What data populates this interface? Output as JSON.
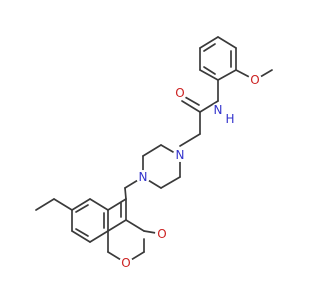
{
  "colors": {
    "bond": "#3a3a3a",
    "carbon": "#3a3a3a",
    "nitrogen": "#3333cc",
    "oxygen": "#cc2222"
  },
  "atom_labels": {
    "amide_o": "O",
    "amide_nh_n": "N",
    "amide_nh_h": "H",
    "methoxy_o": "O",
    "piperazine_n_top": "N",
    "piperazine_n_bottom": "N",
    "ring_o": "O",
    "lactone_o": "O"
  }
}
